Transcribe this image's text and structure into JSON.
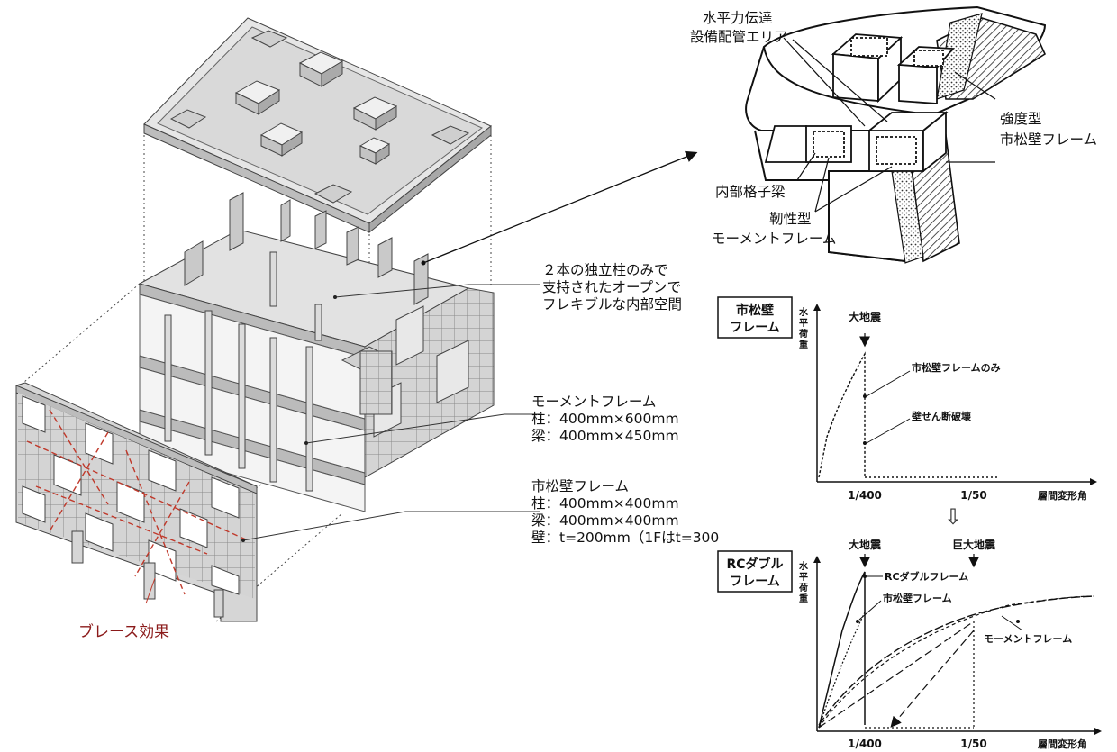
{
  "isometric": {
    "callout_interior": [
      "２本の独立柱のみで",
      "支持されたオープンで",
      "フレキブルな内部空間"
    ],
    "moment_frame": {
      "title": "モーメントフレーム",
      "col": "柱：400mm×600mm",
      "beam": "梁：400mm×450mm"
    },
    "checker_frame": {
      "title": "市松壁フレーム",
      "col": "柱：400mm×400mm",
      "beam": "梁：400mm×400mm",
      "wall": "壁：t=200mm（1Fはt=300"
    },
    "brace_label": "ブレース効果"
  },
  "detail": {
    "horizontal_force": "水平力伝達",
    "piping_area": "設備配管エリア",
    "strength_type": "強度型",
    "checker_wall_frame": "市松壁フレーム",
    "inner_grid_beam": "内部格子梁",
    "ductile_type": "靭性型",
    "moment_frame": "モーメントフレーム"
  },
  "graph1": {
    "box_line1": "市松壁",
    "box_line2": "フレーム",
    "y_label": [
      "水",
      "平",
      "荷",
      "重"
    ],
    "quake": "大地震",
    "curve_label1": "市松壁フレームのみ",
    "curve_label2": "壁せん断破壊",
    "x_tick1": "1/400",
    "x_tick2": "1/50",
    "x_label": "層間変形角"
  },
  "arrow_symbol": "⇩",
  "graph2": {
    "box_line1": "RCダブル",
    "box_line2": "フレーム",
    "y_label": [
      "水",
      "平",
      "荷",
      "重"
    ],
    "quake1": "大地震",
    "quake2": "巨大地震",
    "curve_rc": "RCダブルフレーム",
    "curve_checker": "市松壁フレーム",
    "curve_moment": "モーメントフレーム",
    "x_tick1": "1/400",
    "x_tick2": "1/50",
    "x_label": "層間変形角"
  }
}
